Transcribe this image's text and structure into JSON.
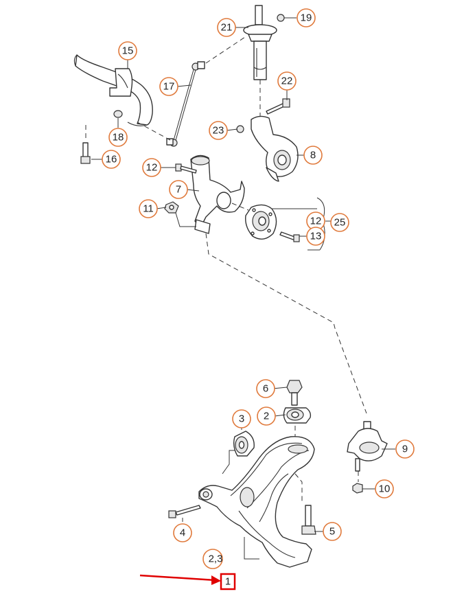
{
  "callouts": [
    {
      "id": "c21",
      "label": "21"
    },
    {
      "id": "c19",
      "label": "19"
    },
    {
      "id": "c15",
      "label": "15"
    },
    {
      "id": "c17",
      "label": "17"
    },
    {
      "id": "c22",
      "label": "22"
    },
    {
      "id": "c18",
      "label": "18"
    },
    {
      "id": "c23",
      "label": "23"
    },
    {
      "id": "c8",
      "label": "8"
    },
    {
      "id": "c16",
      "label": "16"
    },
    {
      "id": "c12a",
      "label": "12"
    },
    {
      "id": "c7",
      "label": "7"
    },
    {
      "id": "c11",
      "label": "11"
    },
    {
      "id": "c12b",
      "label": "12"
    },
    {
      "id": "c25",
      "label": "25"
    },
    {
      "id": "c13",
      "label": "13"
    },
    {
      "id": "c6",
      "label": "6"
    },
    {
      "id": "c2",
      "label": "2"
    },
    {
      "id": "c3",
      "label": "3"
    },
    {
      "id": "c9",
      "label": "9"
    },
    {
      "id": "c10",
      "label": "10"
    },
    {
      "id": "c4",
      "label": "4"
    },
    {
      "id": "c5",
      "label": "5"
    }
  ],
  "bottom_label": "2,3",
  "highlighted_part": "1",
  "colors": {
    "callout_outline": "#e07a3c",
    "highlight": "#e00000",
    "line": "#333333"
  }
}
